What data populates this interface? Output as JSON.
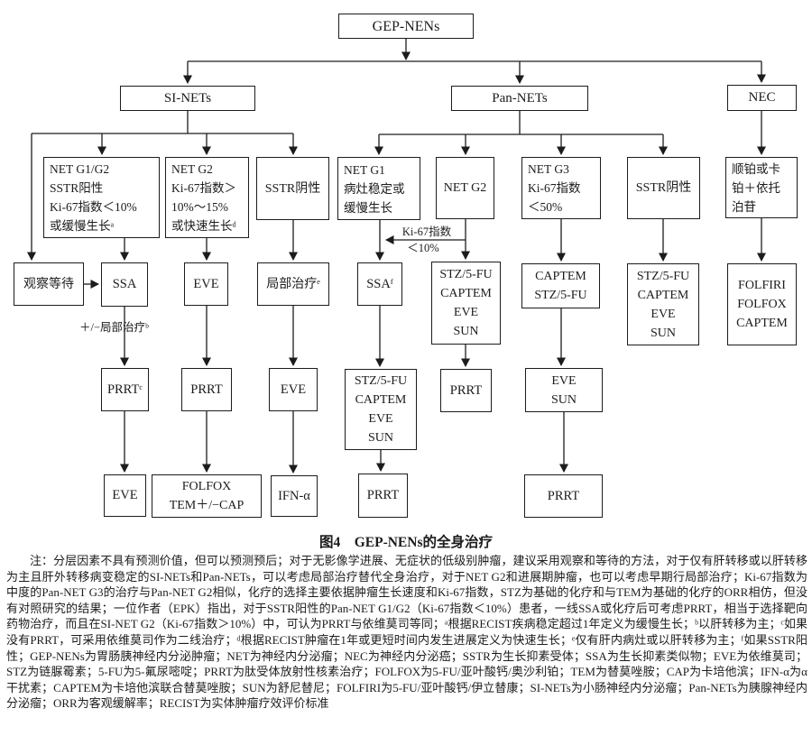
{
  "figure": {
    "caption": "图4　GEP-NENs的全身治疗",
    "notes": "注：分层因素不具有预测价值，但可以预测预后；对于无影像学进展、无症状的低级别肿瘤，建议采用观察和等待的方法，对于仅有肝转移或以肝转移为主且肝外转移病变稳定的SI-NETs和Pan-NETs，可以考虑局部治疗替代全身治疗，对于NET G2和进展期肿瘤，也可以考虑早期行局部治疗；Ki-67指数为中度的Pan-NET G3的治疗与Pan-NET G2相似，化疗的选择主要依据肿瘤生长速度和Ki-67指数，STZ为基础的化疗和与TEM为基础的化疗的ORR相仿，但没有对照研究的结果；一位作者（EPK）指出，对于SSTR阳性的Pan-NET G1/G2（Ki-67指数＜10%）患者，一线SSA或化疗后可考虑PRRT，相当于选择靶向药物治疗，而且在SI-NET G2（Ki-67指数＞10%）中，可认为PRRT与依维莫司等同；ᵃ根据RECIST疾病稳定超过1年定义为缓慢生长；ᵇ以肝转移为主；ᶜ如果没有PRRT，可采用依维莫司作为二线治疗；ᵈ根据RECIST肿瘤在1年或更短时间内发生进展定义为快速生长；ᵉ仅有肝内病灶或以肝转移为主；ᶠ如果SSTR阳性；GEP-NENs为胃肠胰神经内分泌肿瘤；NET为神经内分泌瘤；NEC为神经内分泌癌；SSTR为生长抑素受体；SSA为生长抑素类似物；EVE为依维莫司；STZ为链脲霉素；5-FU为5-氟尿嘧啶；PRRT为肽受体放射性核素治疗；FOLFOX为5-FU/亚叶酸钙/奥沙利铂；TEM为替莫唑胺；CAP为卡培他滨；IFN-α为α干扰素；CAPTEM为卡培他滨联合替莫唑胺；SUN为舒尼替尼；FOLFIRI为5-FU/亚叶酸钙/伊立替康；SI-NETs为小肠神经内分泌瘤；Pan-NETs为胰腺神经内分泌瘤；ORR为客观缓解率；RECIST为实体肿瘤疗效评价标准"
  },
  "nodes": {
    "gep": "GEP-NENs",
    "si": "SI-NETs",
    "pan": "Pan-NETs",
    "nec": "NEC",
    "siG1G2": "NET G1/G2\nSSTR阳性\nKi-67指数＜10%\n或缓慢生长ᵃ",
    "siG2": "NET G2\nKi-67指数＞\n10%～15%\n或快速生长ᵈ",
    "siSSTRneg": "SSTR阴性",
    "panG1": "NET G1\n病灶稳定或\n缓慢生长",
    "panG2": "NET G2",
    "panG3": "NET G3\nKi-67指数\n＜50%",
    "panSSTRneg": "SSTR阴性",
    "necChemo": "顺铂或卡\n铂＋依托\n泊苷",
    "watch": "观察等待",
    "ssa": "SSA",
    "eveSiG2": "EVE",
    "localTherapy": "局部治疗ᵉ",
    "ssaF": "SSAᶠ",
    "stzPanG2": "STZ/5-FU\nCAPTEM\nEVE\nSUN",
    "captemG3": "CAPTEM\nSTZ/5-FU",
    "stzSSTRneg": "STZ/5-FU\nCAPTEM\nEVE\nSUN",
    "folfiri": "FOLFIRI\nFOLFOX\nCAPTEM",
    "prrtC": "PRRTᶜ",
    "prrtSiG2": "PRRT",
    "eveSSTRneg": "EVE",
    "stzSsaF": "STZ/5-FU\nCAPTEM\nEVE\nSUN",
    "prrtPanG2": "PRRT",
    "eveSunG3": "EVE\nSUN",
    "eveFinal": "EVE",
    "folfoxTem": "FOLFOX\nTEM＋/−CAP",
    "ifnA": "IFN-α",
    "prrtSsaF": "PRRT",
    "prrtG3": "PRRT"
  },
  "annotations": {
    "plusMinusLocal": "＋/−局部治疗ᵇ",
    "ki67Line1": "Ki-67指数",
    "ki67Line2": "＜10%"
  }
}
